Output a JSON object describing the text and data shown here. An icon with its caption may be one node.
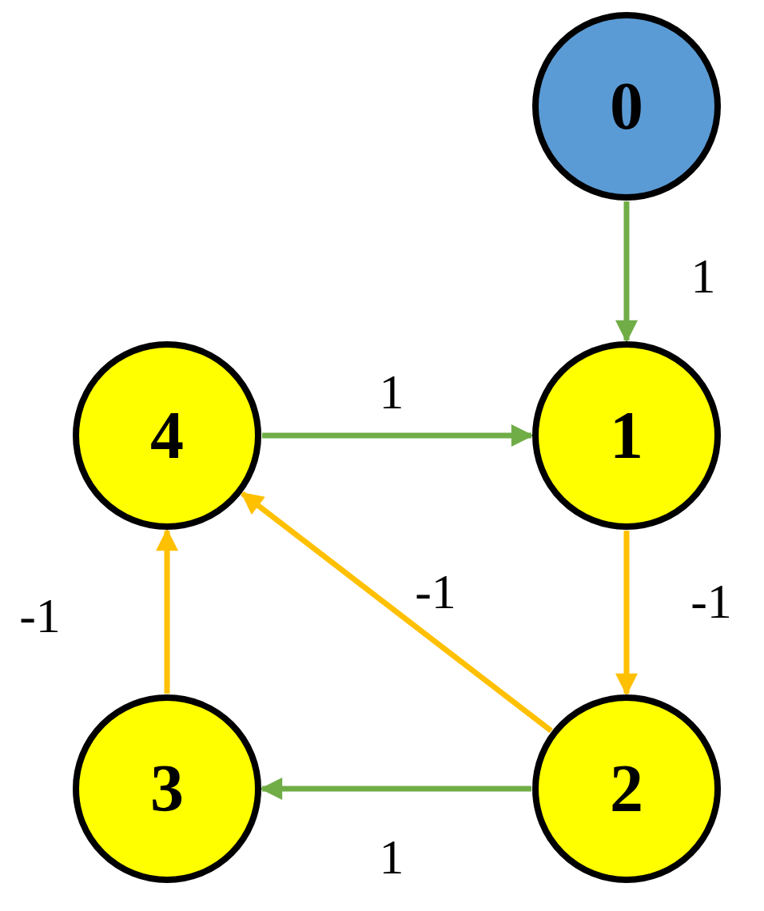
{
  "diagram": {
    "nodes": [
      {
        "text": [
          "0"
        ]
      },
      {
        "text": [
          "1"
        ]
      },
      {
        "text": [
          "2"
        ]
      },
      {
        "text": [
          "3"
        ]
      },
      {
        "text": [
          "4"
        ]
      }
    ],
    "edges": [
      {
        "from": 0,
        "to": 1,
        "arrow": "to",
        "label": "1",
        "color": "#70ad47"
      },
      {
        "from": 4,
        "to": 1,
        "arrow": "to",
        "label": "1",
        "color": "#70ad47"
      },
      {
        "from": 1,
        "to": 2,
        "arrow": "to",
        "label": "-1",
        "color": "#ffc000"
      },
      {
        "from": 2,
        "to": 4,
        "arrow": "to",
        "label": "-1",
        "color": "#ffc000"
      },
      {
        "from": 3,
        "to": 4,
        "arrow": "to",
        "label": "-1",
        "color": "#ffc000"
      },
      {
        "from": 2,
        "to": 3,
        "arrow": "to",
        "label": "1",
        "color": "#70ad47"
      }
    ]
  }
}
